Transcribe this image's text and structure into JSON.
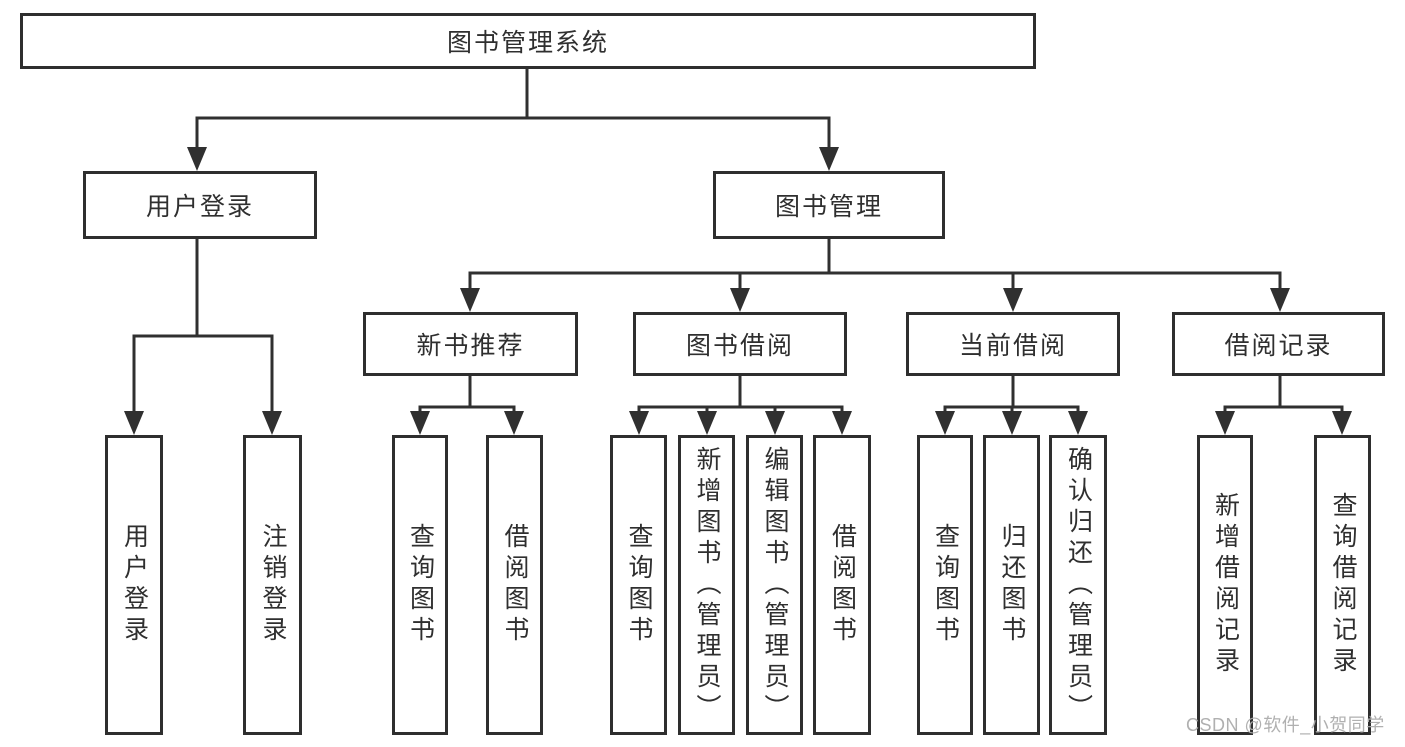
{
  "diagram": {
    "root": {
      "label": "图书管理系统"
    },
    "user_login": {
      "label": "用户登录",
      "children": {
        "login": {
          "label": "用户登录"
        },
        "logout": {
          "label": "注销登录"
        }
      }
    },
    "book_management": {
      "label": "图书管理",
      "children": {
        "new_book_recommend": {
          "label": "新书推荐",
          "children": {
            "query_books": {
              "label": "查询图书"
            },
            "borrow_books": {
              "label": "借阅图书"
            }
          }
        },
        "book_borrowing": {
          "label": "图书借阅",
          "children": {
            "query_books": {
              "label": "查询图书"
            },
            "add_books_admin": {
              "label": "新增图书（管理员）"
            },
            "edit_books_admin": {
              "label": "编辑图书（管理员）"
            },
            "borrow_books": {
              "label": "借阅图书"
            }
          }
        },
        "current_borrowing": {
          "label": "当前借阅",
          "children": {
            "query_books": {
              "label": "查询图书"
            },
            "return_books": {
              "label": "归还图书"
            },
            "confirm_return_admin": {
              "label": "确认归还（管理员）"
            }
          }
        },
        "borrowing_records": {
          "label": "借阅记录",
          "children": {
            "add_borrow_record": {
              "label": "新增借阅记录"
            },
            "query_borrow_record": {
              "label": "查询借阅记录"
            }
          }
        }
      }
    }
  },
  "watermark": {
    "text": "CSDN @软件_小贺同学"
  },
  "colors": {
    "line": "#303030",
    "box_border": "#2e2e2e",
    "text": "#2f2f2f",
    "watermark": "#acacac",
    "background": "#ffffff"
  }
}
